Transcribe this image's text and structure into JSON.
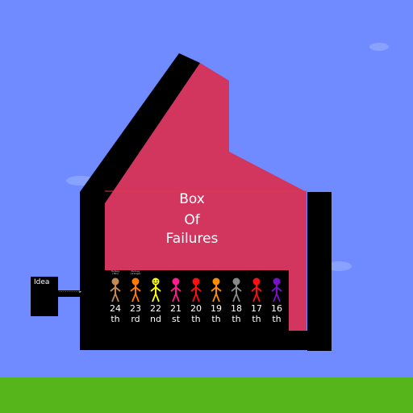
{
  "scene": {
    "title_lines": [
      "Box",
      "Of",
      "Failures"
    ],
    "colors": {
      "sky": "#6f8bff",
      "ground": "#55b51a",
      "wall": "#000000",
      "fill": "#d2365f",
      "cloud": "#8aa2ff"
    },
    "idea": {
      "label": "Idea",
      "connector": "················▸"
    }
  },
  "characters": [
    {
      "tag_top": "Tadpey",
      "tag_bottom": "(Tan)",
      "color": "#c58a52",
      "rank_num": "24",
      "rank_suffix": "th",
      "face": false
    },
    {
      "tag_top": "Peduay",
      "tag_bottom": "(orange)",
      "color": "#ff7a00",
      "rank_num": "23",
      "rank_suffix": "rd",
      "face": false
    },
    {
      "tag_top": "",
      "tag_bottom": "",
      "color": "#ffff00",
      "rank_num": "22",
      "rank_suffix": "nd",
      "face": true
    },
    {
      "tag_top": "",
      "tag_bottom": "",
      "color": "#ff1c8e",
      "rank_num": "21",
      "rank_suffix": "st",
      "face": false
    },
    {
      "tag_top": "",
      "tag_bottom": "",
      "color": "#ff1010",
      "rank_num": "20",
      "rank_suffix": "th",
      "face": false
    },
    {
      "tag_top": "",
      "tag_bottom": "",
      "color": "#ff8c00",
      "rank_num": "19",
      "rank_suffix": "th",
      "face": false
    },
    {
      "tag_top": "",
      "tag_bottom": "",
      "color": "#888888",
      "rank_num": "18",
      "rank_suffix": "th",
      "face": false
    },
    {
      "tag_top": "",
      "tag_bottom": "",
      "color": "#ff1010",
      "rank_num": "17",
      "rank_suffix": "th",
      "face": false
    },
    {
      "tag_top": "",
      "tag_bottom": "",
      "color": "#7a10c8",
      "rank_num": "16",
      "rank_suffix": "th",
      "face": false
    }
  ]
}
